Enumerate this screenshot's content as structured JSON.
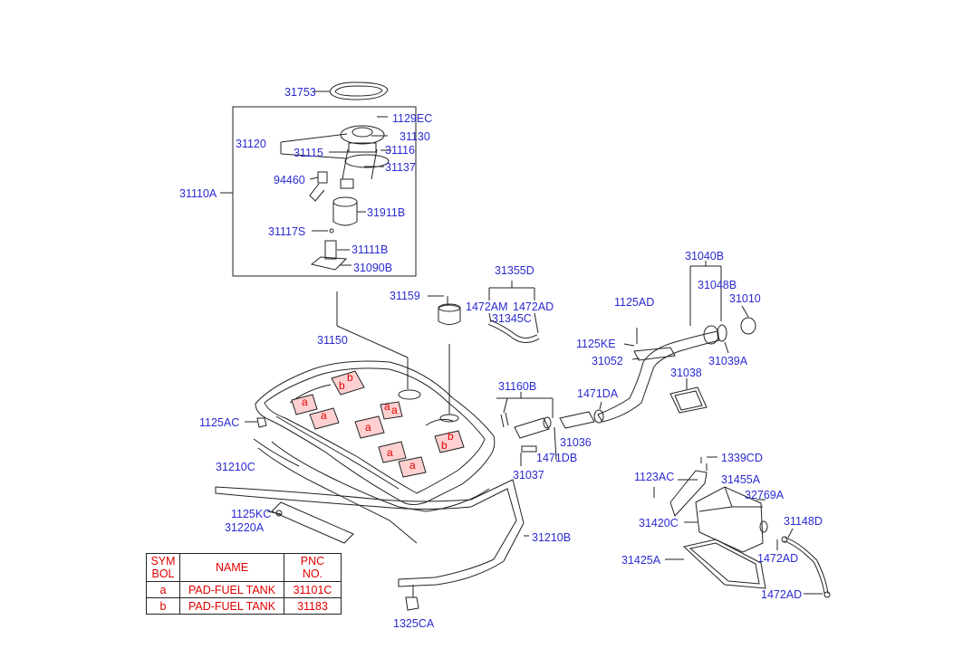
{
  "callouts": {
    "p31753": "31753",
    "p1129EC": "1129EC",
    "p31130": "31130",
    "p31120": "31120",
    "p31115": "31115",
    "p31116": "31116",
    "p31137": "31137",
    "p94460": "94460",
    "p31110A": "31110A",
    "p31911B": "31911B",
    "p31117S": "31117S",
    "p31111B": "31111B",
    "p31090B": "31090B",
    "p31355D": "31355D",
    "p31159": "31159",
    "p1472AM": "1472AM",
    "p1472AD_top": "1472AD",
    "p31345C": "31345C",
    "p31040B": "31040B",
    "p31048B": "31048B",
    "p31010": "31010",
    "p1125AD": "1125AD",
    "p1125KE": "1125KE",
    "p31052": "31052",
    "p31039A": "31039A",
    "p31038": "31038",
    "p31150": "31150",
    "p31160B": "31160B",
    "p1471DA": "1471DA",
    "p1125AC": "1125AC",
    "p31036": "31036",
    "p1471DB": "1471DB",
    "p31037": "31037",
    "p1339CD": "1339CD",
    "p1123AC": "1123AC",
    "p31455A": "31455A",
    "p32769A": "32769A",
    "p31210C": "31210C",
    "p31420C": "31420C",
    "p31148D": "31148D",
    "p1125KC": "1125KC",
    "p31220A": "31220A",
    "p31210B": "31210B",
    "p31425A": "31425A",
    "p1472AD_mid": "1472AD",
    "p1472AD_bot": "1472AD",
    "p1325CA": "1325CA"
  },
  "markers": [
    "a",
    "b"
  ],
  "legend": {
    "headers": {
      "symbol": "SYM\nBOL",
      "name": "NAME",
      "pnc": "PNC\nNO."
    },
    "rows": [
      {
        "symbol": "a",
        "name": "PAD-FUEL TANK",
        "pnc": "31101C"
      },
      {
        "symbol": "b",
        "name": "PAD-FUEL TANK",
        "pnc": "31183"
      }
    ]
  },
  "colors": {
    "callout": "#2a2ad0",
    "marker": "#e00000",
    "line": "#222222",
    "pad": "#ffc8c8"
  }
}
